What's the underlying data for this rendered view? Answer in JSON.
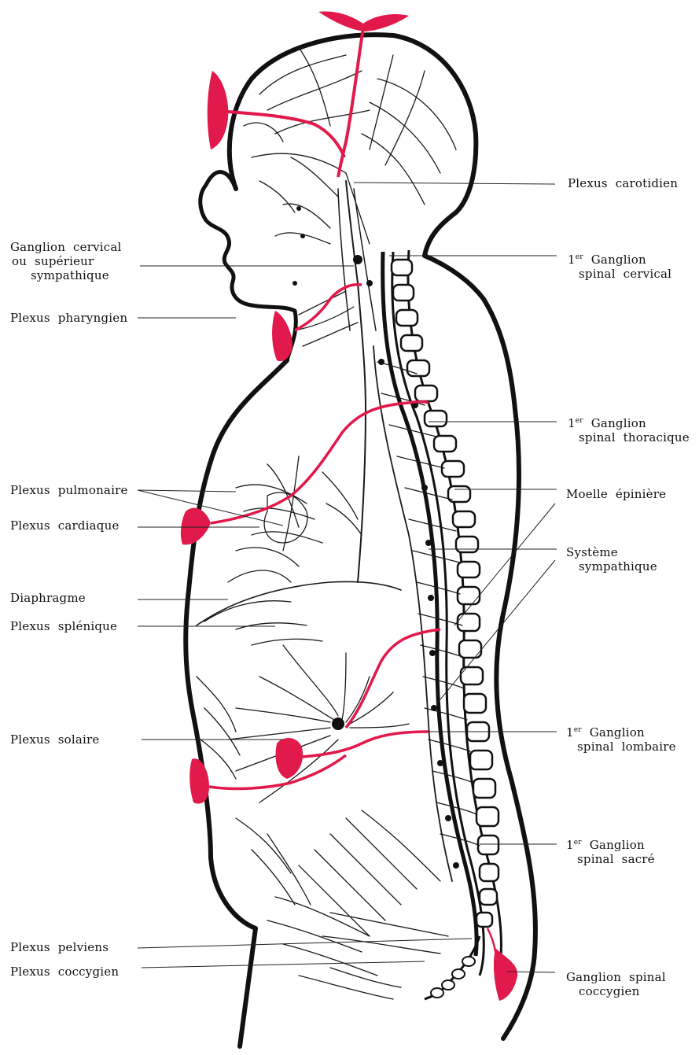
{
  "colors": {
    "body_outline": "#111111",
    "nerves": "#1a1a1a",
    "vessels": "#e2194b",
    "leader_lines": "#222222"
  },
  "labels": {
    "plexus_carotidien": "Plexus carotidien",
    "ganglion_cervical_l1": "Ganglion cervical",
    "ganglion_cervical_l2": "ou supérieur",
    "ganglion_cervical_l3": "sympathique",
    "plexus_pharyngien": "Plexus pharyngien",
    "g1_cervical_num": "1",
    "g1_cervical_sup": "er",
    "g1_cervical_l1": "Ganglion",
    "g1_cervical_l2": "spinal cervical",
    "g1_thoracique_num": "1",
    "g1_thoracique_sup": "er",
    "g1_thoracique_l1": "Ganglion",
    "g1_thoracique_l2": "spinal thoracique",
    "plexus_pulmonaire": "Plexus pulmonaire",
    "moelle_epiniere": "Moelle épinière",
    "plexus_cardiaque": "Plexus cardiaque",
    "systeme_l1": "Système",
    "systeme_l2": "sympathique",
    "diaphragme": "Diaphragme",
    "plexus_splenique": "Plexus splénique",
    "plexus_solaire": "Plexus solaire",
    "g1_lombaire_num": "1",
    "g1_lombaire_sup": "er",
    "g1_lombaire_l1": "Ganglion",
    "g1_lombaire_l2": "spinal lombaire",
    "g1_sacre_num": "1",
    "g1_sacre_sup": "er",
    "g1_sacre_l1": "Ganglion",
    "g1_sacre_l2": "spinal sacré",
    "plexus_pelviens": "Plexus pelviens",
    "plexus_coccygien": "Plexus coccygien",
    "ganglion_coccygien_l1": "Ganglion spinal",
    "ganglion_coccygien_l2": "coccygien"
  }
}
